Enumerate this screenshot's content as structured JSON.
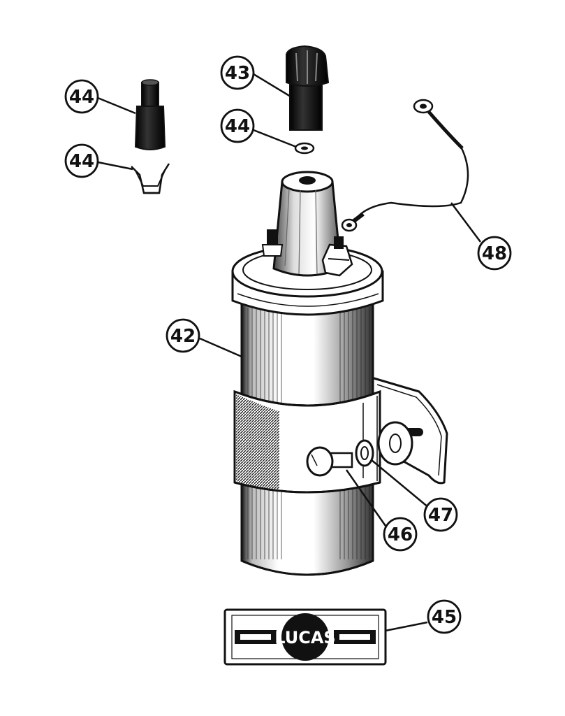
{
  "callouts": {
    "c42": "42",
    "c43": "43",
    "c44a": "44",
    "c44b": "44",
    "c44c": "44",
    "c45": "45",
    "c46": "46",
    "c47": "47",
    "c48": "48"
  },
  "badge": {
    "brand": "LUCAS"
  },
  "colors": {
    "ink": "#111111",
    "paper": "#ffffff"
  }
}
